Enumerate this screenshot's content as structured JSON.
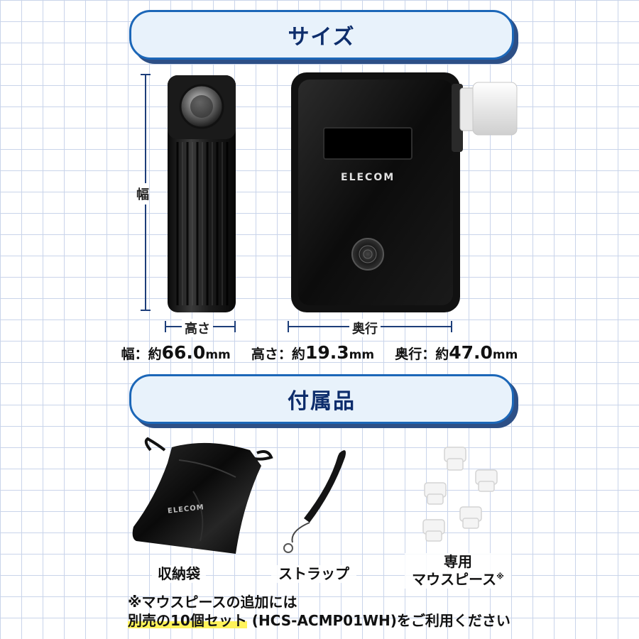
{
  "sections": {
    "size_title": "サイズ",
    "accessories_title": "付属品"
  },
  "dimensions": {
    "width_label": "幅",
    "height_label": "高さ",
    "depth_label": "奥行"
  },
  "device": {
    "brand": "ELECOM"
  },
  "specs": [
    {
      "key": "幅：約",
      "value": "66.0",
      "unit": "mm"
    },
    {
      "key": "高さ：約",
      "value": "19.3",
      "unit": "mm"
    },
    {
      "key": "奥行：約",
      "value": "47.0",
      "unit": "mm"
    }
  ],
  "accessories": {
    "pouch_label": "収納袋",
    "pouch_brand": "ELECOM",
    "strap_label": "ストラップ",
    "mouthpiece_label_1": "専用",
    "mouthpiece_label_2": "マウスピース",
    "mouthpiece_mark": "※"
  },
  "note": {
    "line1": "※マウスピースの追加には",
    "line2_highlight": "別売の10個セット",
    "line2_rest": " (HCS-ACMP01WH)をご利用ください"
  },
  "colors": {
    "banner_border": "#1c67b8",
    "banner_fill": "#e8f2fb",
    "banner_text": "#0d2d6c",
    "grid": "#c9d4ea",
    "highlight": "#fff35a"
  }
}
